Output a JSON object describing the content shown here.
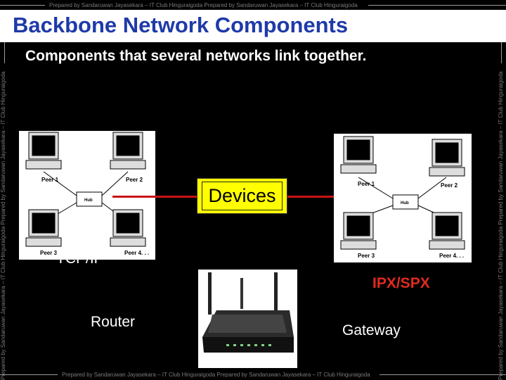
{
  "watermark": {
    "top": "Prepared by Sandaruwan Jayasekara – IT Club Hinguraigoda Prepared by Sandaruwan Jayasekara – IT Club Hinguraigoda",
    "bottom": "Prepared by Sandaruwan Jayasekara – IT Club Hinguraigoda Prepared by Sandaruwan Jayasekara – IT Club Hinguraigoda",
    "left": "Prepared by Sandaruwan Jayasekara – IT Club Hinguraigoda Prepared by Sandaruwan Jayasekara – IT Club Hinguraigoda",
    "right": "Prepared by Sandaruwan Jayasekara – IT Club Hinguraigoda Prepared by Sandaruwan Jayasekara – IT Club Hinguraigoda"
  },
  "slide": {
    "title": "Backbone Network Components",
    "subtitle": "Components that several networks link together."
  },
  "network_left": {
    "hub_label": "Hub",
    "peers": [
      "Peer 1",
      "Peer 2",
      "Peer 3",
      "Peer 4. . ."
    ]
  },
  "network_right": {
    "hub_label": "Hub",
    "peers": [
      "Peer 1",
      "Peer 2",
      "Peer 3",
      "Peer 4. . ."
    ]
  },
  "devices_label": "Devices",
  "labels": {
    "tcpip": "TCP/IP",
    "router": "Router",
    "ipxspx": "IPX/SPX",
    "gateway": "Gateway"
  },
  "colors": {
    "title_bar": "#ffffff",
    "title_text": "#1f3aa8",
    "devices_fill": "#ffff00",
    "link_line": "#c81414",
    "protocol_text": "#e12a1f"
  }
}
